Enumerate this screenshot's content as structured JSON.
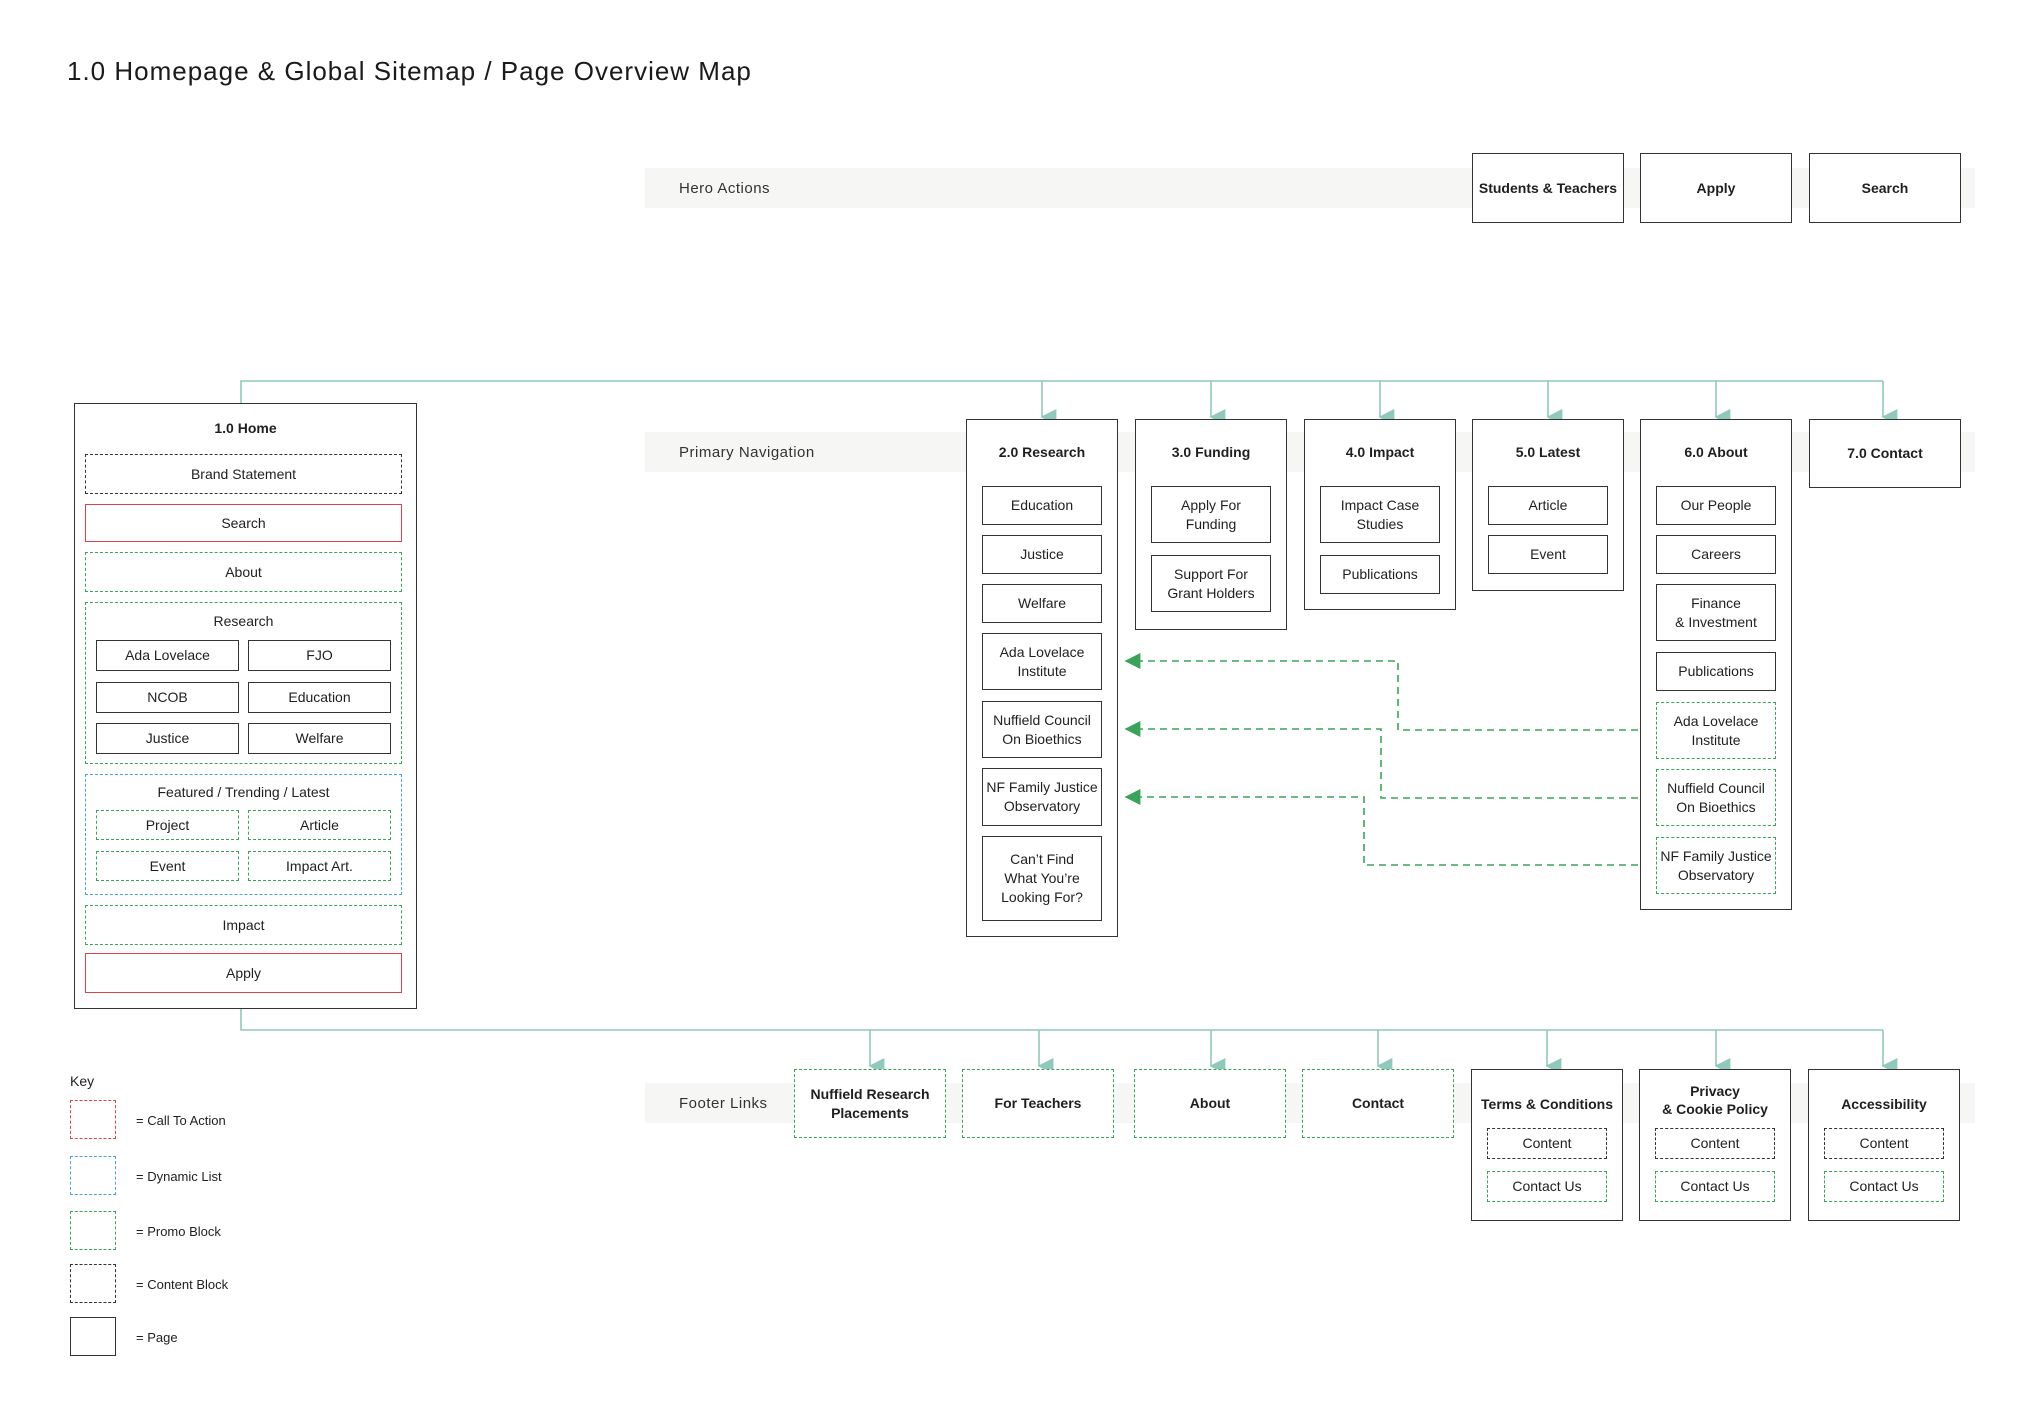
{
  "title": "1.0 Homepage & Global Sitemap / Page Overview Map",
  "bands": {
    "hero": "Hero Actions",
    "primary": "Primary Navigation",
    "footer": "Footer Links"
  },
  "hero_actions": [
    "Students & Teachers",
    "Apply",
    "Search"
  ],
  "home": {
    "title": "1.0 Home",
    "brand_statement": "Brand Statement",
    "search": "Search",
    "about": "About",
    "research_label": "Research",
    "research_items": [
      "Ada Lovelace",
      "FJO",
      "NCOB",
      "Education",
      "Justice",
      "Welfare"
    ],
    "featured_label": "Featured / Trending / Latest",
    "featured_items": [
      "Project",
      "Article",
      "Event",
      "Impact Art."
    ],
    "impact": "Impact",
    "apply": "Apply"
  },
  "primary_nav": {
    "research": {
      "title": "2.0 Research",
      "items": [
        "Education",
        "Justice",
        "Welfare",
        "Ada Lovelace\nInstitute",
        "Nuffield Council\nOn Bioethics",
        "NF Family Justice\nObservatory",
        "Can’t  Find\nWhat You’re\nLooking For?"
      ]
    },
    "funding": {
      "title": "3.0 Funding",
      "items": [
        "Apply For\nFunding",
        "Support For\nGrant Holders"
      ]
    },
    "impact": {
      "title": "4.0 Impact",
      "items": [
        "Impact Case\nStudies",
        "Publications"
      ]
    },
    "latest": {
      "title": "5.0 Latest",
      "items": [
        "Article",
        "Event"
      ]
    },
    "about": {
      "title": "6.0 About",
      "items": [
        "Our People",
        "Careers",
        "Finance\n& Investment",
        "Publications"
      ],
      "promo_items": [
        "Ada Lovelace\nInstitute",
        "Nuffield Council\nOn Bioethics",
        "NF Family Justice\nObservatory"
      ]
    },
    "contact": {
      "title": "7.0 Contact"
    }
  },
  "footer_links": {
    "promos": [
      "Nuffield Research\nPlacements",
      "For Teachers",
      "About",
      "Contact"
    ],
    "pages": [
      {
        "title": "Terms & Conditions",
        "content": "Content",
        "contact": "Contact Us"
      },
      {
        "title": "Privacy\n& Cookie Policy",
        "content": "Content",
        "contact": "Contact Us"
      },
      {
        "title": "Accessibility",
        "content": "Content",
        "contact": "Contact Us"
      }
    ]
  },
  "key": {
    "title": "Key",
    "items": [
      "= Call To Action",
      "= Dynamic List",
      "= Promo Block",
      "= Content Block",
      "= Page"
    ]
  },
  "colors": {
    "connector": "#8fc9bb",
    "promo_link": "#3aa35a",
    "cta": "#d9434b",
    "dynamic": "#4aa3d8"
  }
}
